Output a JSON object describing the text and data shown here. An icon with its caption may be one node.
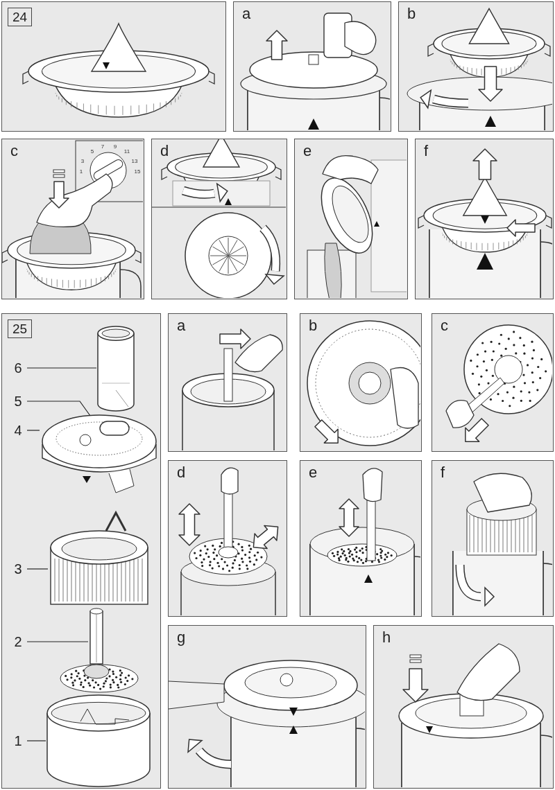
{
  "diagram": {
    "nodes": [
      {
        "text": [
          "24"
        ]
      },
      {
        "text": [
          "a"
        ]
      },
      {
        "text": [
          "b"
        ]
      },
      {
        "text": [
          "c"
        ]
      },
      {
        "text": [
          "d"
        ]
      },
      {
        "text": [
          "e"
        ]
      },
      {
        "text": [
          "f"
        ]
      },
      {
        "text": [
          "25"
        ]
      },
      {
        "text": [
          "a"
        ]
      },
      {
        "text": [
          "b"
        ]
      },
      {
        "text": [
          "c"
        ]
      },
      {
        "text": [
          "d"
        ]
      },
      {
        "text": [
          "e"
        ]
      },
      {
        "text": [
          "f"
        ]
      },
      {
        "text": [
          "g"
        ]
      },
      {
        "text": [
          "h"
        ]
      },
      {
        "text": [
          "6"
        ],
        "in": 7
      },
      {
        "text": [],
        "shape": "cylinder",
        "in": 7
      },
      {
        "text": [
          "5"
        ],
        "in": 7
      },
      {
        "text": [
          "4"
        ],
        "in": 7
      },
      {
        "text": [],
        "shape": "picture",
        "in": 7
      },
      {
        "text": [],
        "shape": "box",
        "in": 20
      },
      {
        "text": [
          "3"
        ],
        "in": 7
      },
      {
        "text": [],
        "shape": "picture",
        "in": 7
      },
      {
        "text": [
          "2"
        ],
        "in": 7
      },
      {
        "text": [],
        "shape": "bar",
        "in": 7
      },
      {
        "text": [
          "1"
        ],
        "in": 7
      },
      {
        "text": [],
        "shape": "cylinder",
        "in": 7
      }
    ],
    "edges": [
      {
        "from": 16,
        "to": 17,
        "arrow": "none"
      },
      {
        "from": 18,
        "to": 21,
        "arrow": "none"
      },
      {
        "from": 19,
        "to": 20,
        "arrow": "none"
      },
      {
        "from": 22,
        "to": 23,
        "arrow": "none"
      },
      {
        "from": 24,
        "to": 25,
        "arrow": "none"
      },
      {
        "from": 26,
        "to": 27,
        "arrow": "none"
      }
    ],
    "labels": [
      "1",
      "3",
      "5",
      "7",
      "9",
      "11",
      "13",
      "15"
    ]
  }
}
